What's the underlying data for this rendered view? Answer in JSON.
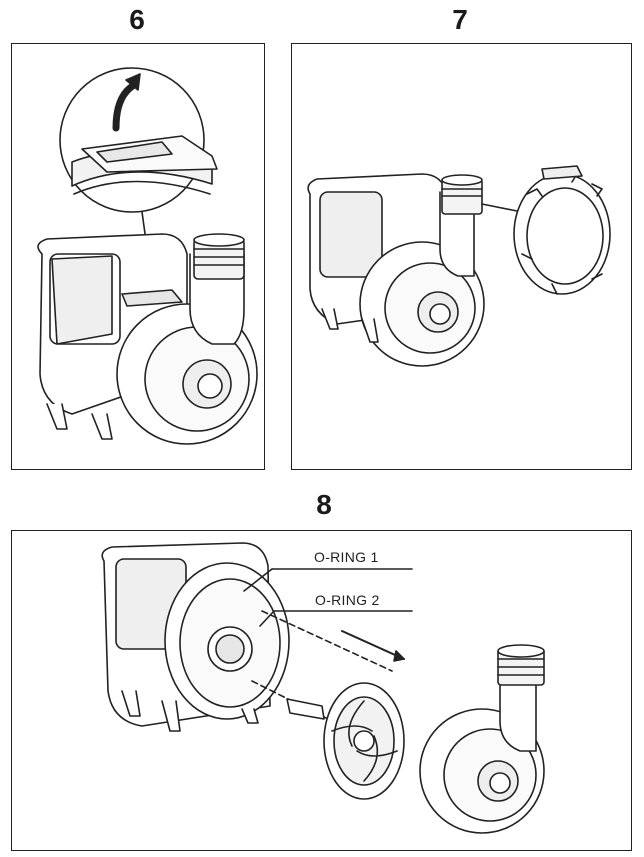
{
  "steps": [
    {
      "number": "6"
    },
    {
      "number": "7"
    },
    {
      "number": "8"
    }
  ],
  "labels": {
    "oring1": "O-RING 1",
    "oring2": "O-RING 2"
  }
}
